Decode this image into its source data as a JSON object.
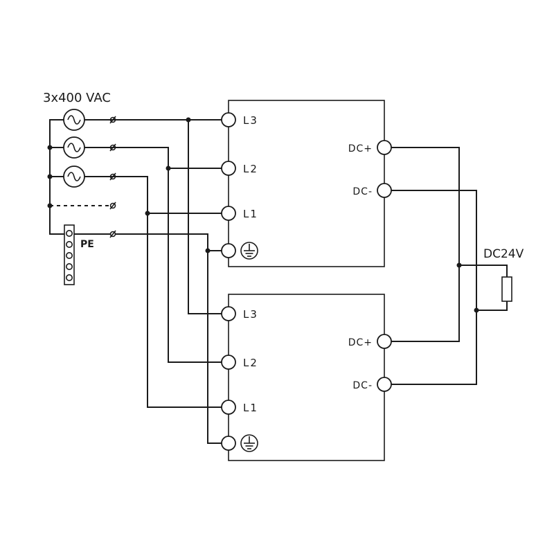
{
  "supply": {
    "label": "3x400 VAC",
    "pe_label": "PE"
  },
  "units": [
    {
      "terminals": {
        "l3": "L3",
        "l2": "L2",
        "l1": "L1",
        "dc_plus": "DC+",
        "dc_minus": "DC-"
      }
    },
    {
      "terminals": {
        "l3": "L3",
        "l2": "L2",
        "l1": "L1",
        "dc_plus": "DC+",
        "dc_minus": "DC-"
      }
    }
  ],
  "output": {
    "label": "DC24V"
  },
  "icons": [
    "ac-source-icon",
    "ground-icon",
    "fuse-symbol-icon",
    "resistor-load-icon"
  ],
  "colors": {
    "line": "#1a1a1a",
    "background": "#ffffff"
  }
}
